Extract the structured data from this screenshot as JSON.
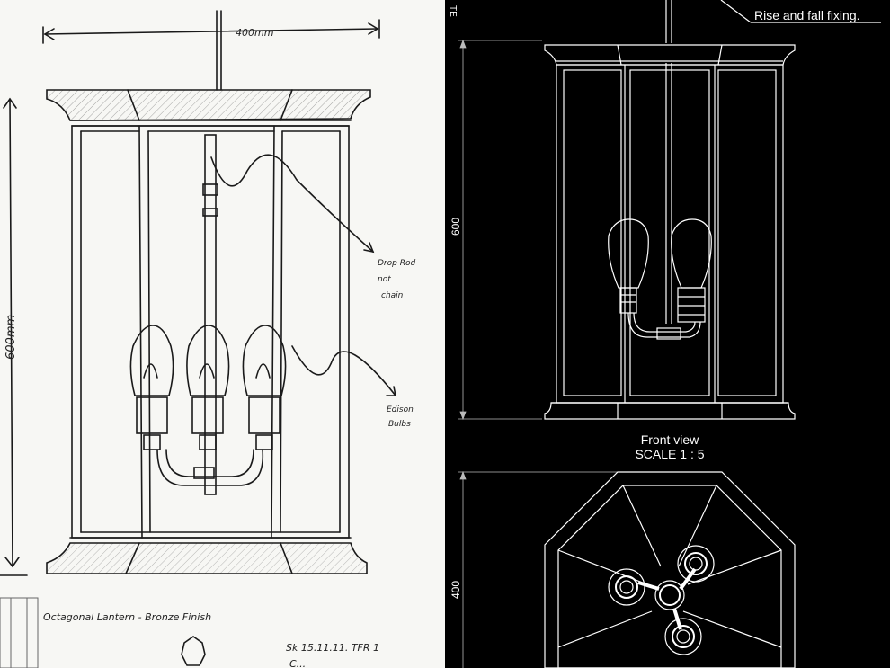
{
  "sketch": {
    "width_label": "400mm",
    "height_label": "600mm",
    "note_drop_rod": [
      "Drop Rod",
      "not",
      "chain"
    ],
    "note_bulbs": [
      "Edison",
      "Bulbs"
    ],
    "title": "Octagonal Lantern - Bronze Finish",
    "signature": "Sk 15.11.11. TFR 1",
    "signature_line2": "C..."
  },
  "cad": {
    "rise_fall_label": "Rise and fall fixing.",
    "height_dimension": "600",
    "plan_dimension": "400",
    "view_title": "Front view",
    "scale_label": "SCALE 1 : 5",
    "edge_label": "TE"
  }
}
